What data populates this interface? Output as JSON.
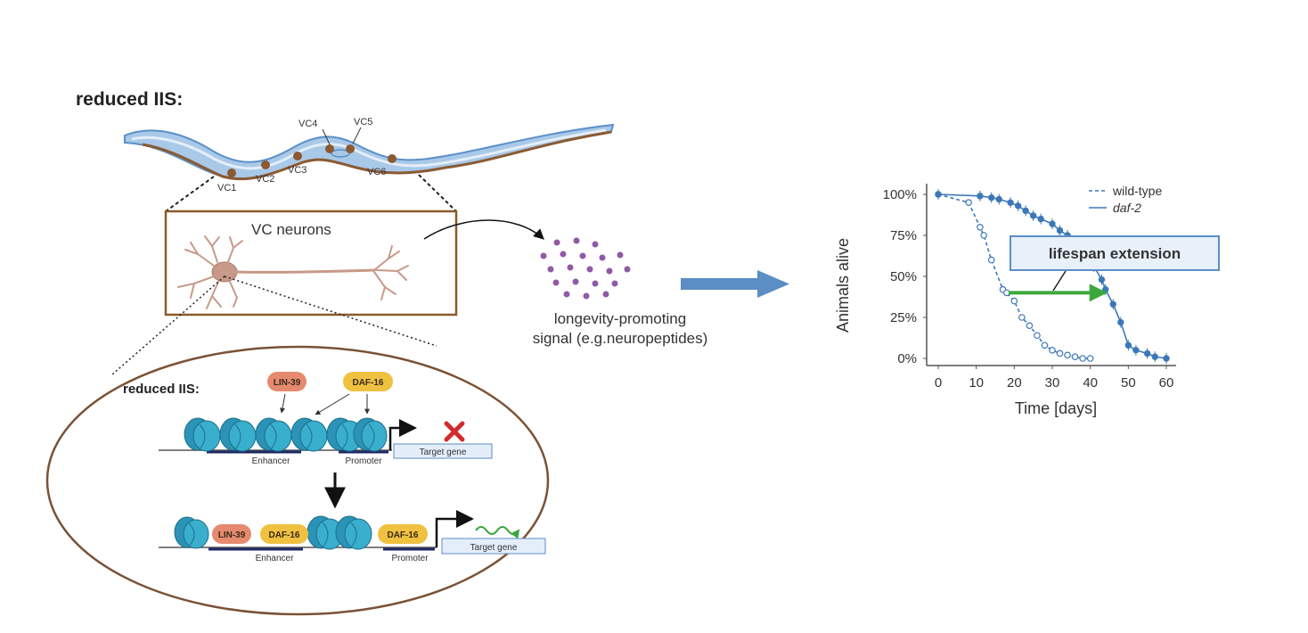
{
  "top_title": "reduced IIS:",
  "worm": {
    "neurons": [
      "VC1",
      "VC2",
      "VC3",
      "VC4",
      "VC5",
      "VC6"
    ]
  },
  "neuron_box": {
    "label": "VC neurons"
  },
  "signal": {
    "line1": "longevity-promoting",
    "line2": "signal (e.g.neuropeptides)"
  },
  "zoom_circle": {
    "title": "reduced IIS:",
    "proteins": {
      "lin39": "LIN-39",
      "daf16": "DAF-16"
    },
    "enhancer_label": "Enhancer",
    "promoter_label": "Promoter",
    "target_gene_label": "Target gene"
  },
  "colors": {
    "worm_body": "#a9c9e8",
    "worm_outline": "#5b8fc8",
    "worm_belly": "#8a5a32",
    "neuron_box_border": "#8b5a2b",
    "neuron_color": "#c79a8a",
    "signal_dots": "#8e5aa6",
    "big_arrow": "#5b8ec5",
    "lin39": "#e58a6f",
    "daf16": "#f0c040",
    "nucleosome": "#39aecd",
    "cross": "#d22b2b",
    "transcript": "#3aa53a",
    "series": "#3c78b8",
    "extension_arrow": "#3ca83c"
  },
  "chart_data": {
    "type": "line",
    "xlabel": "Time [days]",
    "ylabel": "Animals alive",
    "xlim": [
      0,
      60
    ],
    "ylim": [
      0,
      100
    ],
    "xticks": [
      0,
      10,
      20,
      30,
      40,
      50,
      60
    ],
    "yticks": [
      0,
      25,
      50,
      75,
      100
    ],
    "ytick_labels": [
      "0%",
      "25%",
      "50%",
      "75%",
      "100%"
    ],
    "legend_position": "top-right",
    "annotation": "lifespan extension",
    "series": [
      {
        "name": "wild-type",
        "style": "dashed",
        "x": [
          0,
          8,
          11,
          12,
          14,
          17,
          18,
          20,
          22,
          24,
          26,
          28,
          30,
          32,
          34,
          36,
          38,
          40
        ],
        "y": [
          100,
          95,
          80,
          75,
          60,
          42,
          40,
          35,
          25,
          20,
          14,
          8,
          5,
          3,
          2,
          1,
          0,
          0
        ]
      },
      {
        "name": "daf-2",
        "style": "solid",
        "x": [
          0,
          11,
          14,
          16,
          19,
          21,
          23,
          25,
          27,
          30,
          32,
          34,
          37,
          39,
          41,
          43,
          44,
          46,
          48,
          50,
          52,
          55,
          57,
          60
        ],
        "y": [
          100,
          99,
          98,
          97,
          95,
          93,
          90,
          87,
          85,
          82,
          78,
          75,
          68,
          62,
          56,
          48,
          42,
          33,
          22,
          8,
          5,
          3,
          1,
          0
        ]
      }
    ]
  }
}
